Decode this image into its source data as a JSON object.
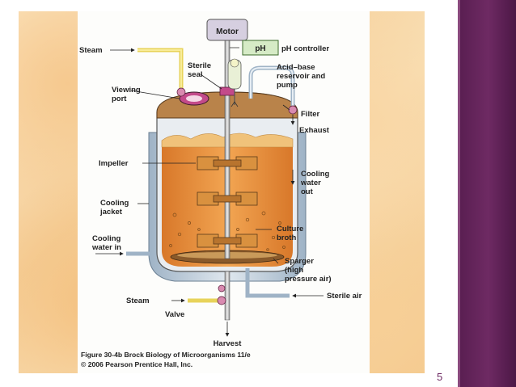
{
  "slide": {
    "page_number": "5",
    "colors": {
      "accent_band": "#6e2a63",
      "broth": "#e8963c",
      "vessel": "#c8d2dc"
    }
  },
  "diagram": {
    "labels": {
      "motor": "Motor",
      "ph_box": "pH",
      "ph_controller": "pH controller",
      "steam_top": "Steam",
      "sterile_seal_1": "Sterile",
      "sterile_seal_2": "seal",
      "viewing_port_1": "Viewing",
      "viewing_port_2": "port",
      "acid_base_1": "Acid–base",
      "acid_base_2": "reservoir and",
      "acid_base_3": "pump",
      "filter": "Filter",
      "exhaust": "Exhaust",
      "impeller": "Impeller",
      "cooling_out_1": "Cooling",
      "cooling_out_2": "water",
      "cooling_out_3": "out",
      "cooling_jacket_1": "Cooling",
      "cooling_jacket_2": "jacket",
      "culture_broth_1": "Culture",
      "culture_broth_2": "broth",
      "cooling_in_1": "Cooling",
      "cooling_in_2": "water in",
      "sparger_1": "Sparger",
      "sparger_2": "(high",
      "sparger_3": "pressure air)",
      "steam_bottom": "Steam",
      "sterile_air": "Sterile air",
      "valve": "Valve",
      "harvest": "Harvest"
    },
    "caption_line1": "Figure 30-4b  Brock Biology of Microorganisms 11/e",
    "caption_line2": "© 2006 Pearson Prentice Hall, Inc."
  }
}
